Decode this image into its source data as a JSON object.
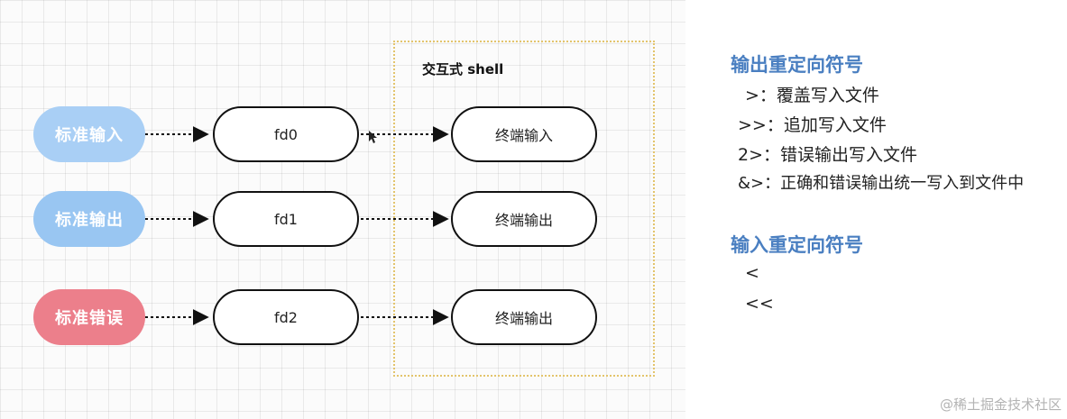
{
  "diagram": {
    "sources": {
      "stdin": "标准输入",
      "stdout": "标准输出",
      "stderr": "标准错误"
    },
    "fds": [
      "fd0",
      "fd1",
      "fd2"
    ],
    "shell": {
      "title": "交互式 shell",
      "terminals": [
        "终端输入",
        "终端输出",
        "终端输出"
      ]
    },
    "colors": {
      "stdin": "#a9cff5",
      "stdout": "#99c6f2",
      "stderr": "#ec7f8b",
      "shell_border": "#e3c46c",
      "heading": "#4a7fc1"
    }
  },
  "notes": {
    "output_heading": "输出重定向符号",
    "output_items": [
      ">：覆盖写入文件",
      ">>：追加写入文件",
      "2>：错误输出写入文件",
      "&>：正确和错误输出统一写入到文件中"
    ],
    "input_heading": "输入重定向符号",
    "input_items": [
      "<",
      "<<"
    ]
  },
  "watermark": "@稀土掘金技术社区"
}
